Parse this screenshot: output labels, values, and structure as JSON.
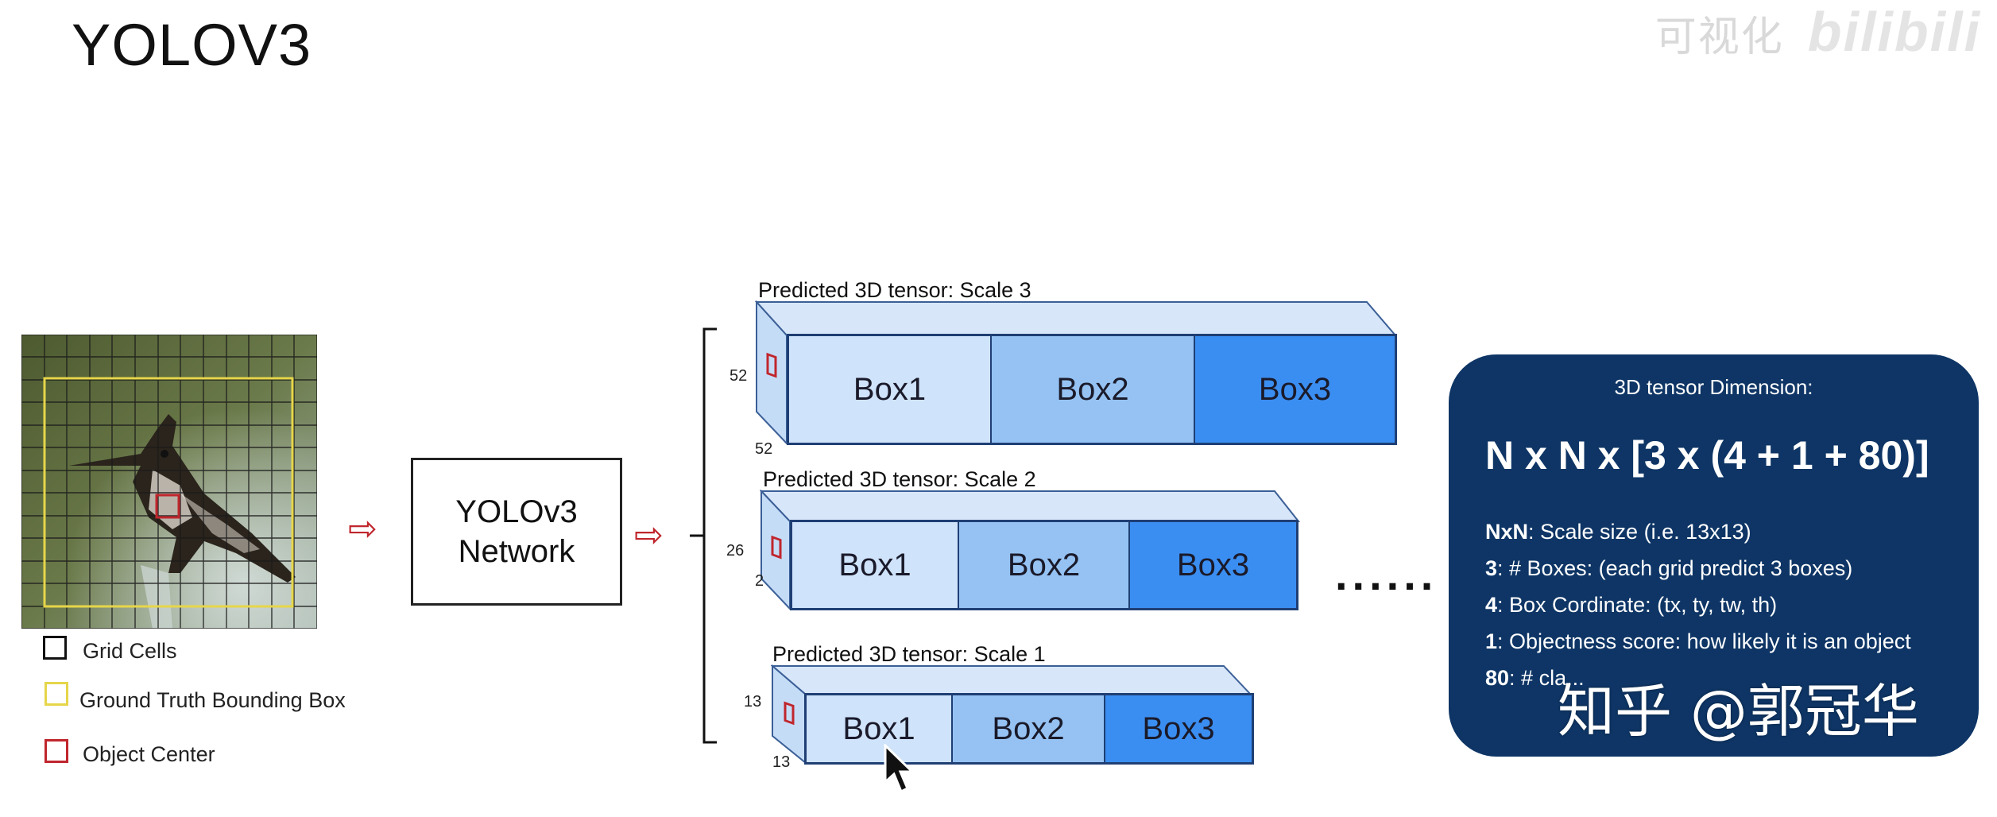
{
  "title": "YOLOV3",
  "watermark": {
    "channel_text": "可视化",
    "logo_text": "bilibili"
  },
  "legend": {
    "grid_cells": "Grid Cells",
    "ground_truth": "Ground Truth Bounding Box",
    "object_center": "Object Center"
  },
  "network": {
    "line1": "YOLOv3",
    "line2": "Network"
  },
  "tensors": [
    {
      "label": "Predicted 3D tensor: Scale 3",
      "dim_side": "52",
      "dim_bottom": "52",
      "boxes": [
        "Box1",
        "Box2",
        "Box3"
      ]
    },
    {
      "label": "Predicted 3D tensor: Scale 2",
      "dim_side": "26",
      "dim_bottom": "2",
      "boxes": [
        "Box1",
        "Box2",
        "Box3"
      ]
    },
    {
      "label": "Predicted 3D tensor: Scale 1",
      "dim_side": "13",
      "dim_bottom": "13",
      "boxes": [
        "Box1",
        "Box2",
        "Box3"
      ]
    }
  ],
  "ellipsis": "......",
  "panel": {
    "heading": "3D tensor Dimension:",
    "formula": "N x N x [3 x (4 + 1 + 80)]",
    "lines": [
      {
        "key": "NxN",
        "text": ": Scale size (i.e. 13x13)"
      },
      {
        "key": "3",
        "text": ": # Boxes: (each grid predict 3 boxes)"
      },
      {
        "key": "4",
        "text": ": Box Cordinate: (tx, ty, tw, th)"
      },
      {
        "key": "1",
        "text": ": Objectness score: how likely it is an object"
      },
      {
        "key": "80",
        "text": ": # cla..."
      }
    ]
  },
  "overlay_watermark": "知乎 @郭冠华",
  "colors": {
    "box1": "#cfe3fb",
    "box2": "#95c2f3",
    "box3": "#3b8ef1",
    "panel_bg": "#0e3565",
    "arrow": "#c0262d",
    "gt_box": "#e6d64a",
    "center_box": "#c0262d"
  }
}
